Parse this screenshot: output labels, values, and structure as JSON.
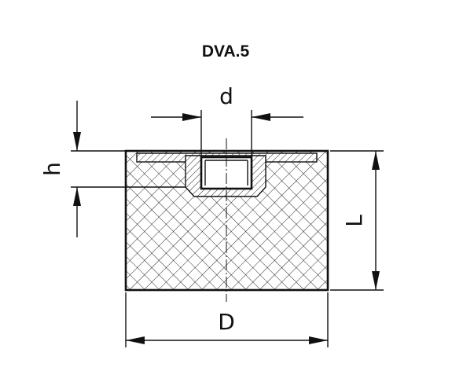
{
  "title": "DVA.5",
  "dimensions": {
    "d": "d",
    "h": "h",
    "L": "L",
    "D": "D"
  },
  "colors": {
    "ink": "#111111",
    "background": "#ffffff"
  }
}
